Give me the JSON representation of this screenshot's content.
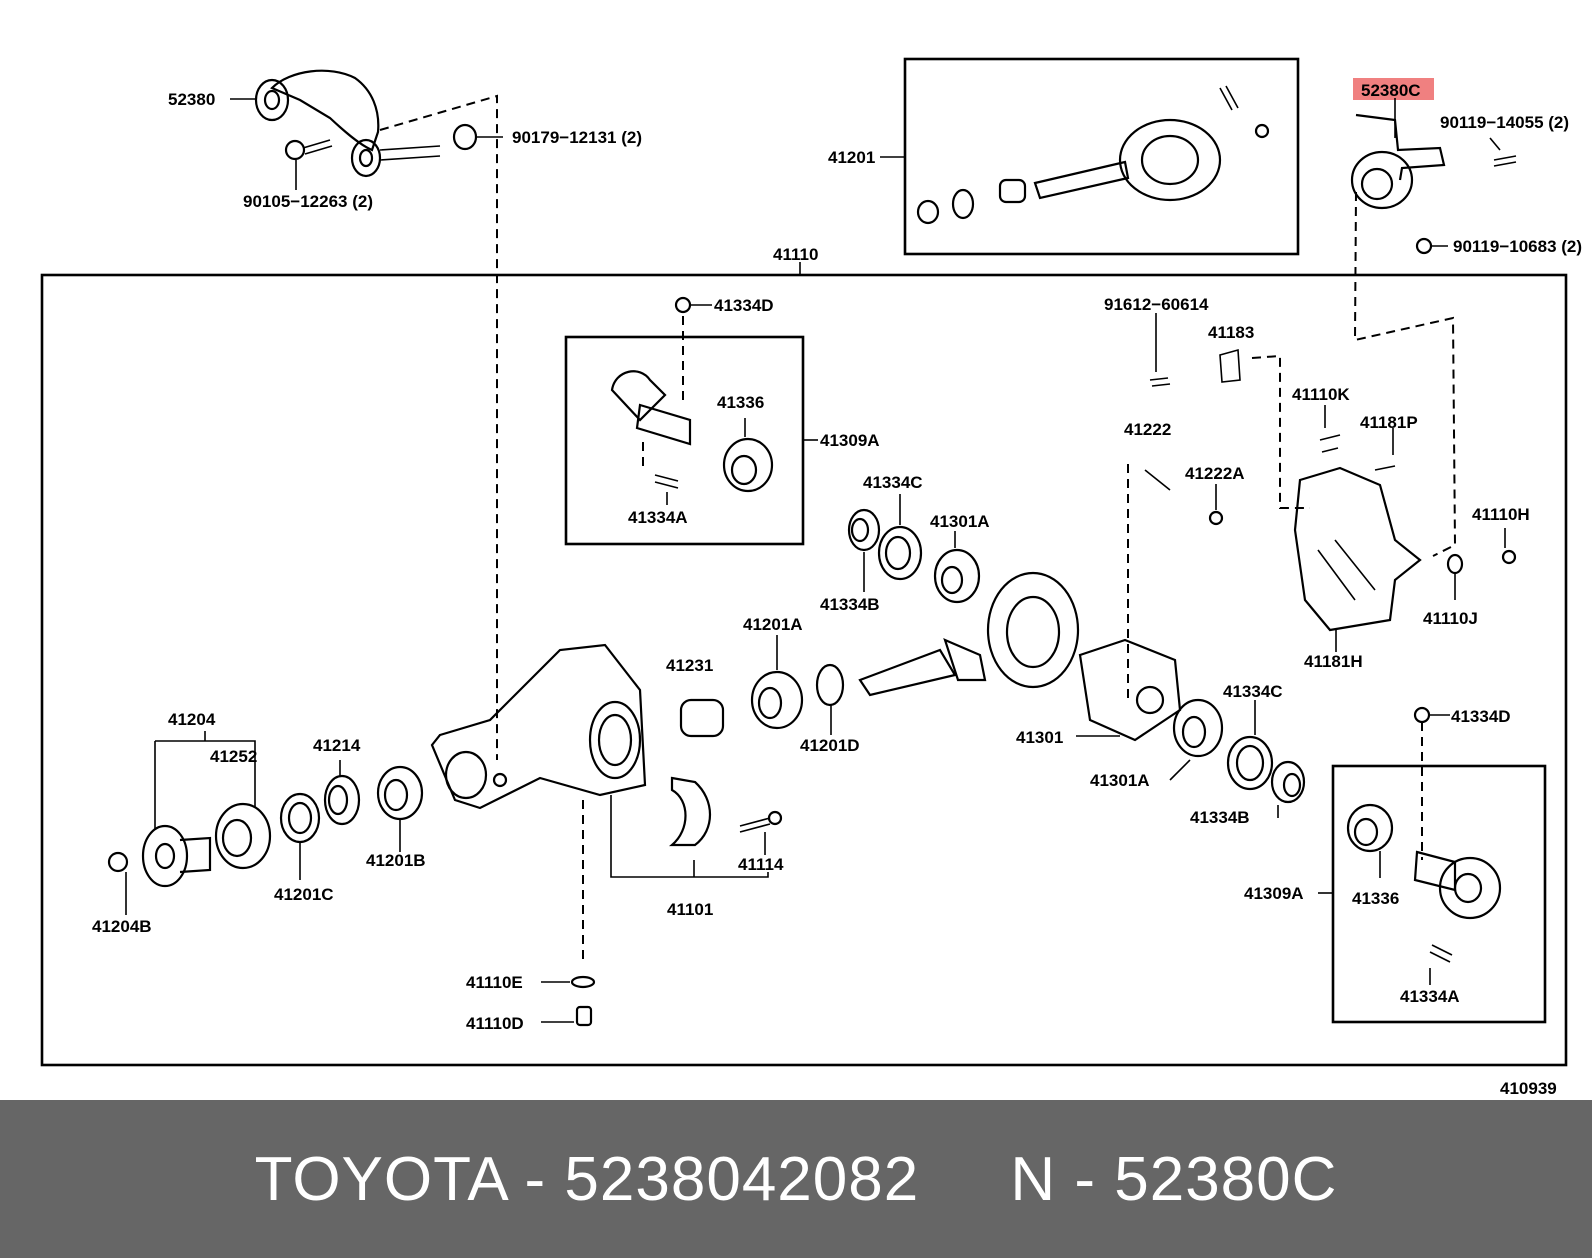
{
  "diagram": {
    "labels": {
      "l_52380": "52380",
      "l_90179": "90179−12131 (2)",
      "l_90105": "90105−12263 (2)",
      "l_41201": "41201",
      "l_52380C": "52380C",
      "l_90119a": "90119−14055 (2)",
      "l_90119b": "90119−10683 (2)",
      "l_41110": "41110",
      "l_41334D_top": "41334D",
      "l_41336_top": "41336",
      "l_41309A_top": "41309A",
      "l_41334A_top": "41334A",
      "l_91612": "91612−60614",
      "l_41183": "41183",
      "l_41110K": "41110K",
      "l_41181P": "41181P",
      "l_41222": "41222",
      "l_41222A": "41222A",
      "l_41110H": "41110H",
      "l_41334C_top": "41334C",
      "l_41301A_top": "41301A",
      "l_41334B_top": "41334B",
      "l_41110J": "41110J",
      "l_41181H": "41181H",
      "l_41201A": "41201A",
      "l_41231": "41231",
      "l_41201D": "41201D",
      "l_41301": "41301",
      "l_41334C_bot": "41334C",
      "l_41301A_bot": "41301A",
      "l_41334B_bot": "41334B",
      "l_41334D_bot": "41334D",
      "l_41204": "41204",
      "l_41252": "41252",
      "l_41214": "41214",
      "l_41201B": "41201B",
      "l_41201C": "41201C",
      "l_41204B": "41204B",
      "l_41114": "41114",
      "l_41101": "41101",
      "l_41110E": "41110E",
      "l_41110D": "41110D",
      "l_41309A_bot": "41309A",
      "l_41336_bot": "41336",
      "l_41334A_bot": "41334A",
      "l_410939": "410939"
    }
  },
  "footer": {
    "text": "TOYOTA - 5238042082     N - 52380C"
  },
  "colors": {
    "highlight": "#f08080",
    "footer_bg": "#666666",
    "footer_text": "#ffffff"
  }
}
